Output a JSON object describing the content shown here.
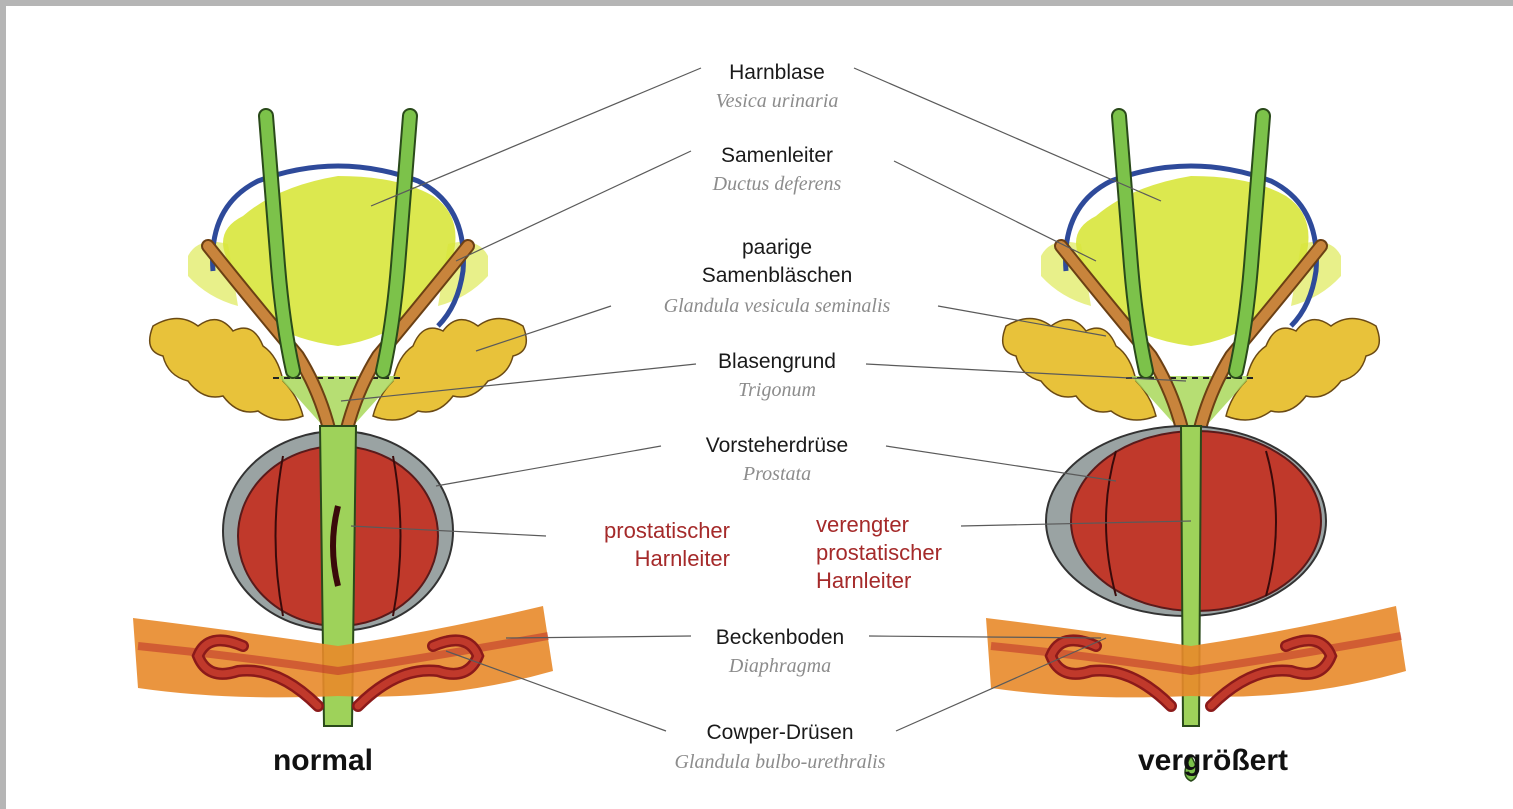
{
  "labels": {
    "harnblase": "Harnblase",
    "harnblase_lat": "Vesica urinaria",
    "samenleiter": "Samenleiter",
    "samenleiter_lat": "Ductus deferens",
    "samenblaeschen_1": "paarige",
    "samenblaeschen_2": "Samenbläschen",
    "samenblaeschen_lat": "Glandula vesicula seminalis",
    "blasengrund": "Blasengrund",
    "blasengrund_lat": "Trigonum",
    "prostata": "Vorsteherdrüse",
    "prostata_lat": "Prostata",
    "beckenboden": "Beckenboden",
    "beckenboden_lat": "Diaphragma",
    "cowper": "Cowper-Drüsen",
    "cowper_lat": "Glandula bulbo-urethralis"
  },
  "left_callout": {
    "line1": "prostatischer",
    "line2": "Harnleiter"
  },
  "right_callout": {
    "line1": "verengter",
    "line2": "prostatischer",
    "line3": "Harnleiter"
  },
  "captions": {
    "left": "normal",
    "right": "vergrößert"
  },
  "colors": {
    "bladder_fill": "#d8e63c",
    "bladder_wall": "#2e4a9a",
    "ductus": "#c8843c",
    "urethra_green": "#7cc24a",
    "vesicles": "#e8c23a",
    "prostata_red": "#c0392b",
    "prostata_capsule": "#9aa3a3",
    "pelvic_floor": "#e88a2a",
    "cowper_red": "#b22222",
    "callout_red": "#a52a2a"
  }
}
